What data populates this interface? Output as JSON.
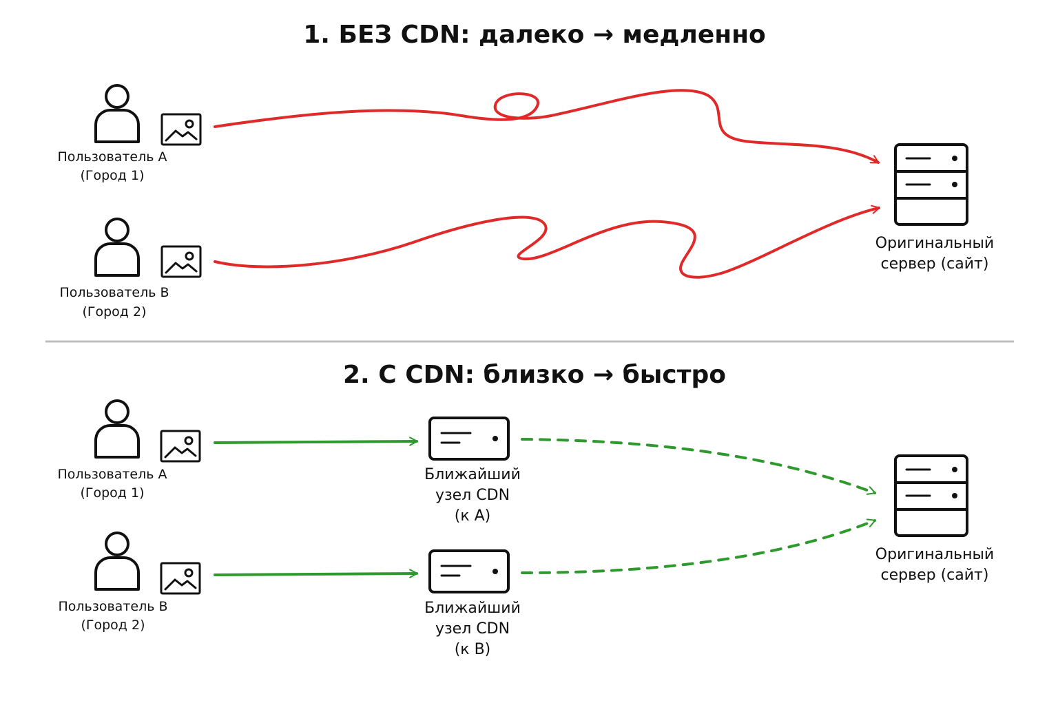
{
  "colors": {
    "slow": "#e02a2a",
    "fast": "#2e9a2e",
    "ink": "#111111",
    "divider": "#bdbdbd"
  },
  "section_without_cdn": {
    "title": "1. БЕЗ CDN: далеко → медленно",
    "user_a": {
      "name": "Пользователь A",
      "city": "(Город 1)"
    },
    "user_b": {
      "name": "Пользователь B",
      "city": "(Город 2)"
    },
    "origin": {
      "line1": "Оригинальный",
      "line2": "сервер (сайт)"
    }
  },
  "section_with_cdn": {
    "title": "2. С CDN: близко → быстро",
    "user_a": {
      "name": "Пользователь A",
      "city": "(Город 1)"
    },
    "user_b": {
      "name": "Пользователь B",
      "city": "(Город 2)"
    },
    "edge_a": {
      "line1": "Ближайший",
      "line2": "узел CDN",
      "line3": "(к A)"
    },
    "edge_b": {
      "line1": "Ближайший",
      "line2": "узел CDN",
      "line3": "(к B)"
    },
    "origin": {
      "line1": "Оригинальный",
      "line2": "сервер (сайт)"
    }
  },
  "icons": {
    "user": "person-icon",
    "content": "image-icon",
    "origin": "server-rack-icon",
    "edge": "cdn-node-icon"
  }
}
